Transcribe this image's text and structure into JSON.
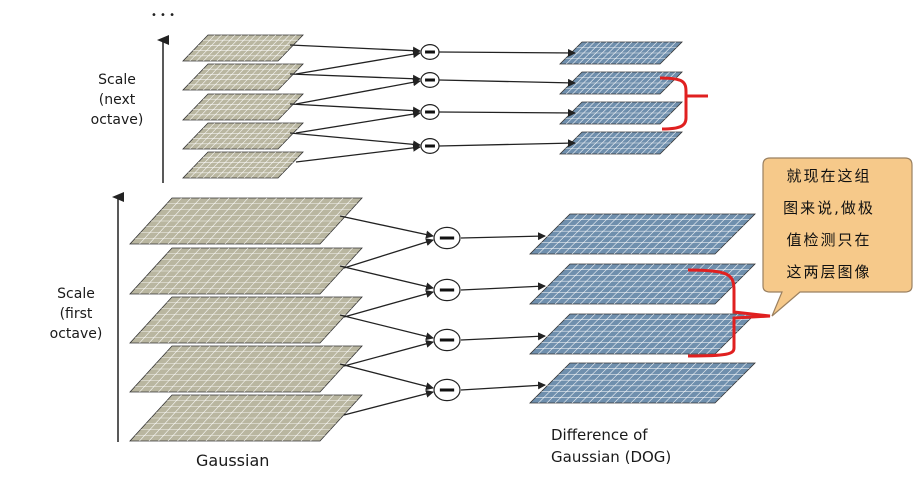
{
  "dots": "• • •",
  "labels": {
    "scale_next": [
      "Scale",
      "(next",
      "octave)"
    ],
    "scale_first": [
      "Scale",
      "(first",
      "octave)"
    ],
    "gaussian": "Gaussian",
    "dog": [
      "Difference of",
      "Gaussian (DOG)"
    ]
  },
  "callout": {
    "lines": [
      "就现在这组",
      "图来说,做极",
      "值检测只在",
      "这两层图像"
    ]
  },
  "colors": {
    "gaussian_fill": "#b9b6a0",
    "dog_fill": "#6f8fad",
    "bracket": "#e02020",
    "callout_fill": "#f6c98a",
    "callout_stroke": "#9a8060",
    "arrow": "#222222"
  }
}
